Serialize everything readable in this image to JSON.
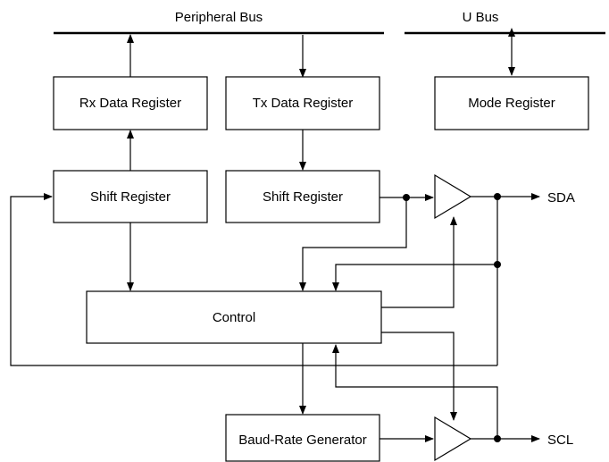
{
  "buses": {
    "peripheral": "Peripheral Bus",
    "u": "U Bus"
  },
  "blocks": {
    "rx_data_register": "Rx Data Register",
    "tx_data_register": "Tx Data Register",
    "mode_register": "Mode Register",
    "rx_shift_register": "Shift Register",
    "tx_shift_register": "Shift Register",
    "control": "Control",
    "baud_rate_generator": "Baud-Rate Generator"
  },
  "signals": {
    "sda": "SDA",
    "scl": "SCL"
  }
}
